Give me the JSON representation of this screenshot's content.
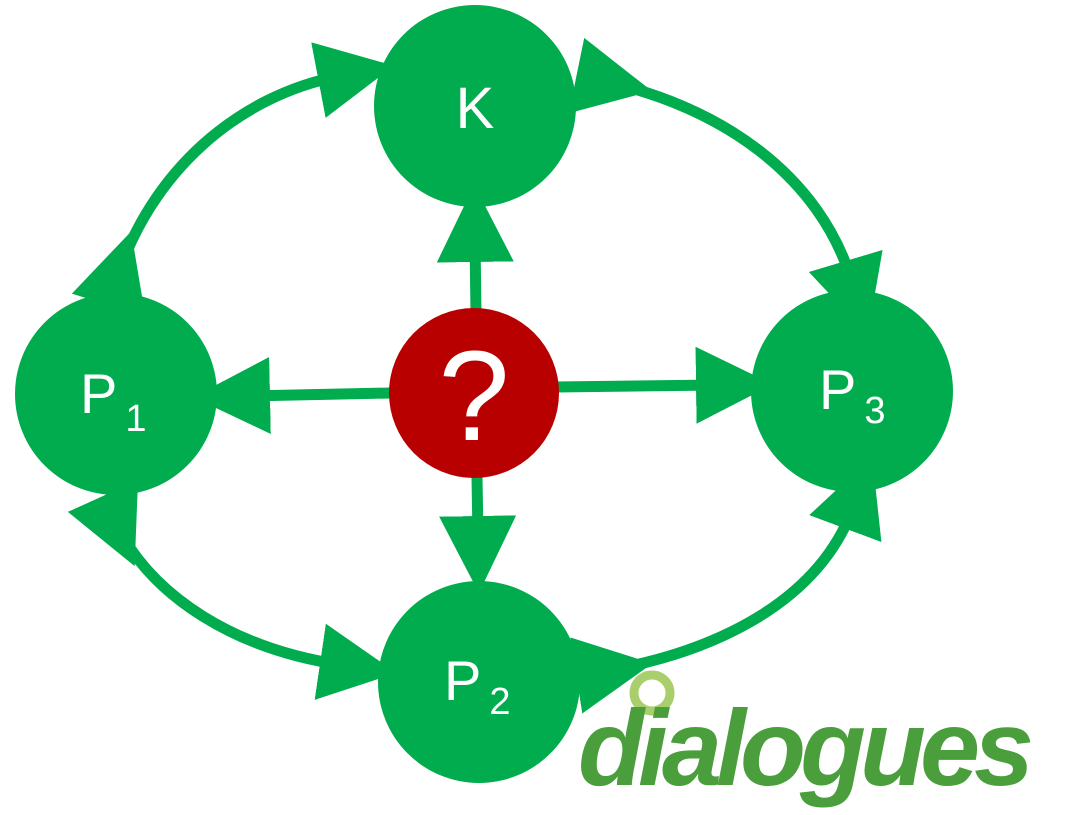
{
  "colors": {
    "node_fill": "#00ac4e",
    "center_fill": "#b90000",
    "arrow": "#00ac4e",
    "logo_green": "#4a9e3c",
    "logo_light": "#a9cf6c",
    "label": "#ffffff"
  },
  "nodes": {
    "k": {
      "label": "K"
    },
    "p1": {
      "label": "P",
      "sub": "1"
    },
    "p2": {
      "label": "P",
      "sub": "2"
    },
    "p3": {
      "label": "P",
      "sub": "3"
    },
    "center": {
      "label": "?"
    }
  },
  "logo": {
    "text": "dialogues"
  }
}
